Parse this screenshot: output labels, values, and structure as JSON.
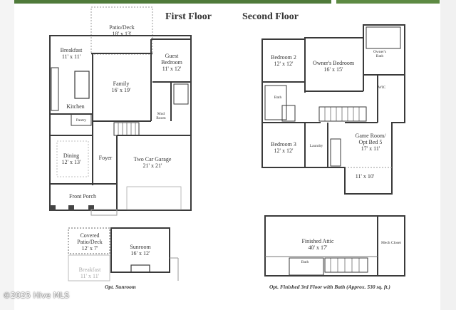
{
  "titles": {
    "first_floor": "First Floor",
    "second_floor": "Second Floor"
  },
  "first_floor_rooms": {
    "patio": {
      "name": "Patio/Deck",
      "size": "18' x 13'"
    },
    "breakfast": {
      "name": "Breakfast",
      "size": "11' x 11'"
    },
    "family": {
      "name": "Family",
      "size": "16' x 19'"
    },
    "guest": {
      "name": "Guest Bedroom",
      "size": "11' x 12'"
    },
    "kitchen": {
      "name": "Kitchen"
    },
    "pantry": {
      "name": "Pantry"
    },
    "mud": {
      "name": "Mud Room"
    },
    "dining": {
      "name": "Dining",
      "size": "12' x 13'"
    },
    "foyer": {
      "name": "Foyer"
    },
    "garage": {
      "name": "Two Car Garage",
      "size": "21' x 21'"
    },
    "porch": {
      "name": "Front Porch"
    }
  },
  "second_floor_rooms": {
    "bed2": {
      "name": "Bedroom 2",
      "size": "12' x 12'"
    },
    "owners": {
      "name": "Owner's Bedroom",
      "size": "16' x 15'"
    },
    "owners_bath": {
      "name": "Owner's Bath"
    },
    "wic": {
      "name": "WIC"
    },
    "bath": {
      "name": "Bath"
    },
    "bed3": {
      "name": "Bedroom 3",
      "size": "12' x 12'"
    },
    "laundry": {
      "name": "Laundry"
    },
    "gameroom": {
      "name": "Game Room/ Opt Bed 5",
      "size": "17' x 11'"
    },
    "extension": {
      "size": "11' x 10'"
    }
  },
  "sunroom_option": {
    "covered": {
      "name": "Covered Patio/Deck",
      "size": "12' x 7'"
    },
    "sunroom": {
      "name": "Sunroom",
      "size": "16' x 12'"
    },
    "breakfast": {
      "name": "Breakfast",
      "size": "11' x 11'"
    },
    "caption": "Opt. Sunroom"
  },
  "attic_option": {
    "attic": {
      "name": "Finished Attic",
      "size": "40' x 17'"
    },
    "mech": {
      "name": "Mech Closet"
    },
    "bath": {
      "name": "Bath"
    },
    "caption": "Opt. Finished 3rd Floor with Bath (Approx. 530 sq. ft.)"
  },
  "watermark": "©2025 Hive MLS",
  "colors": {
    "wall": "#3a3a3a",
    "line": "#8a8a8a",
    "floor": "#ffffff"
  }
}
